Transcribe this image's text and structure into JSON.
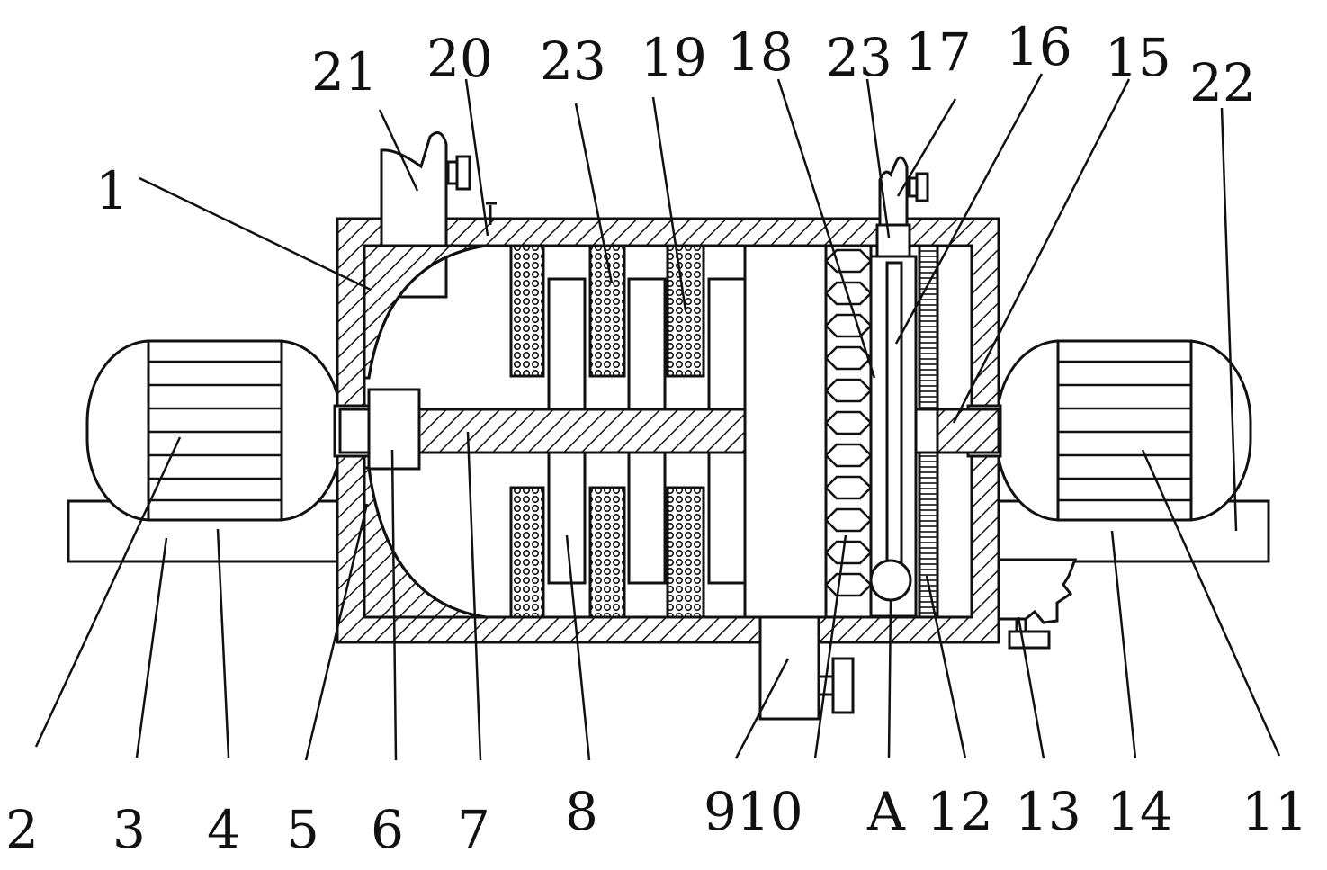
{
  "labels": {
    "l1": "1",
    "l2": "2",
    "l3": "3",
    "l4": "4",
    "l5": "5",
    "l6": "6",
    "l7": "7",
    "l8": "8",
    "l910": "910",
    "lA": "A",
    "l12": "12",
    "l13": "13",
    "l14": "14",
    "l11": "11",
    "l21": "21",
    "l20": "20",
    "l23a": "23",
    "l19": "19",
    "l18": "18",
    "l23b": "23",
    "l17": "17",
    "l16": "16",
    "l15": "15",
    "l22": "22"
  },
  "colors": {
    "line": "#111111",
    "background": "#ffffff"
  }
}
